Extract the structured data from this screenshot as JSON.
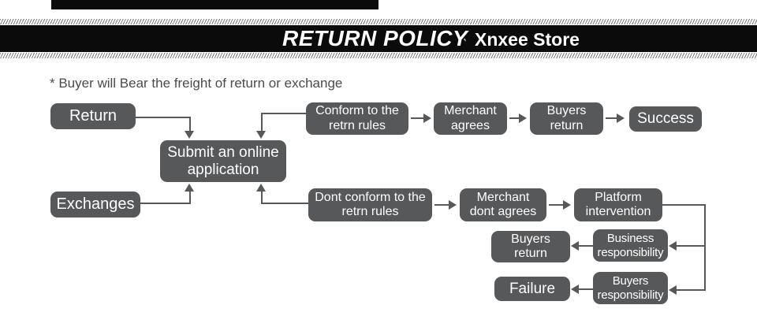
{
  "header": {
    "title": "RETURN POLICY",
    "tick": "`",
    "store_name": "Xnxee Store"
  },
  "note": "* Buyer will Bear the freight of return or exchange",
  "flow": {
    "return_label": "Return",
    "exchanges_label": "Exchanges",
    "submit": [
      "Submit an online",
      "application"
    ],
    "conform": [
      "Conform to the",
      "retrn rules"
    ],
    "merchant_agrees": [
      "Merchant",
      "agrees"
    ],
    "buyers_return_top": [
      "Buyers",
      "return"
    ],
    "success_label": "Success",
    "dont_conform": [
      "Dont conform to the",
      "retrn rules"
    ],
    "merchant_dont_agrees": [
      "Merchant",
      "dont agrees"
    ],
    "platform": [
      "Platform",
      "intervention"
    ],
    "buyers_return_mid": [
      "Buyers",
      "return"
    ],
    "business_resp": [
      "Business",
      "responsibility"
    ],
    "buyers_resp": [
      "Buyers",
      "responsibility"
    ],
    "failure_label": "Failure"
  },
  "colors": {
    "box_gray": "#57585a",
    "banner_black": "#0b0b0b",
    "note_gray": "#4b4b4b",
    "hatch_gray": "#7d7d7d"
  }
}
